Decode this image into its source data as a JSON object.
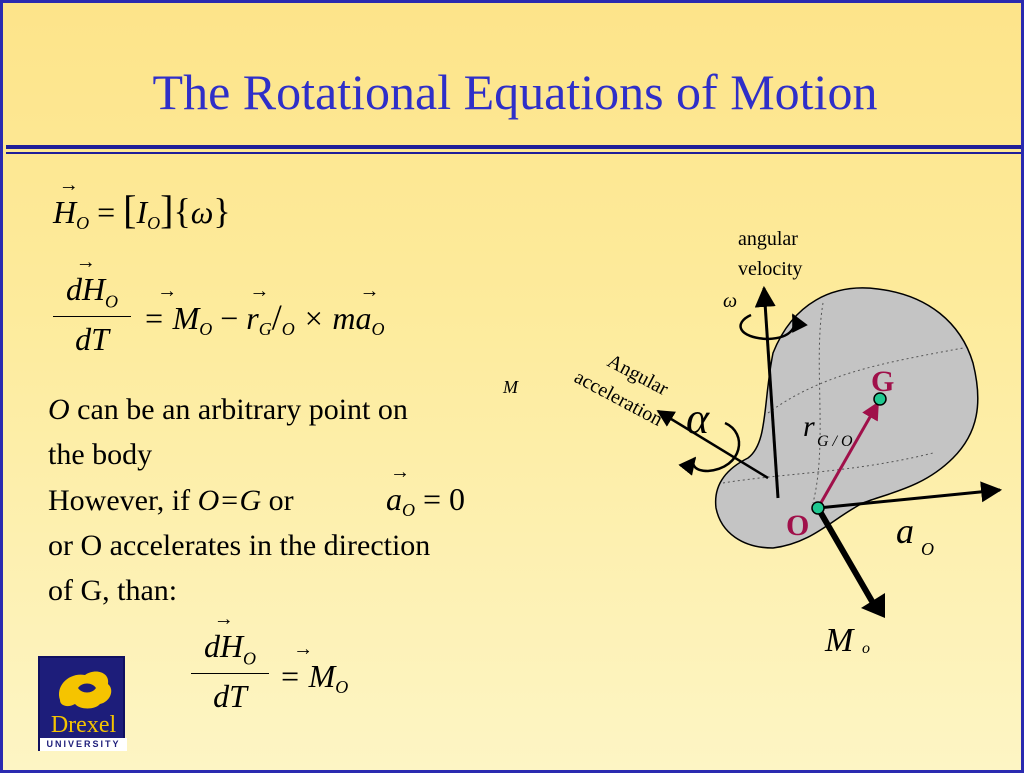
{
  "slide": {
    "title": "The Rotational Equations of Motion"
  },
  "equations": {
    "eq1_H": "H",
    "eq1_O_sub": "O",
    "eq1_eq": "=",
    "eq1_I": "I",
    "eq1_omega": "ω",
    "eq2_num_d": "dH",
    "eq2_num_sub": "O",
    "eq2_den": "dT",
    "eq2_rhs_M": "= M",
    "eq2_rhs_Msub": "O",
    "eq2_minus": "−",
    "eq2_r": "r",
    "eq2_r_sub": "G",
    "eq2_r_slash": "/",
    "eq2_r_sub2": "O",
    "eq2_cross": "× m",
    "eq2_a": "a",
    "eq2_a_sub": "O",
    "eq3_num": "dH",
    "eq3_num_sub": "O",
    "eq3_den": "dT",
    "eq3_rhs": "= M",
    "eq3_rhs_sub": "O",
    "inline_a": "a",
    "inline_a_sub": "O",
    "inline_eq": "= 0",
    "M_superscript": "M"
  },
  "text": {
    "line1_O": "O",
    "line1_rest": " can be an arbitrary point on",
    "line2": "the body",
    "line3_pre": "However, if ",
    "line3_OG": "O=G",
    "line3_or": " or",
    "line4": "or O accelerates in the direction",
    "line5": "of G, than:"
  },
  "diagram": {
    "angular_velocity_label_1": "angular",
    "angular_velocity_label_2": "velocity",
    "omega_symbol": "ω",
    "angular_acc_label_1": "Angular",
    "angular_acc_label_2": "acceleration",
    "alpha_symbol": "α",
    "G_label": "G",
    "O_label": "O",
    "r_label": "r",
    "r_sub": "G / O",
    "a_label": "a",
    "a_sub": "O",
    "M_label": "M",
    "M_sub": "o",
    "colors": {
      "body_fill": "#c4c4c4",
      "r_vector": "#a0104a",
      "point_fill": "#20c890",
      "label_G": "#a0104a"
    }
  },
  "logo": {
    "word": "Drexel",
    "university": "UNIVERSITY"
  }
}
